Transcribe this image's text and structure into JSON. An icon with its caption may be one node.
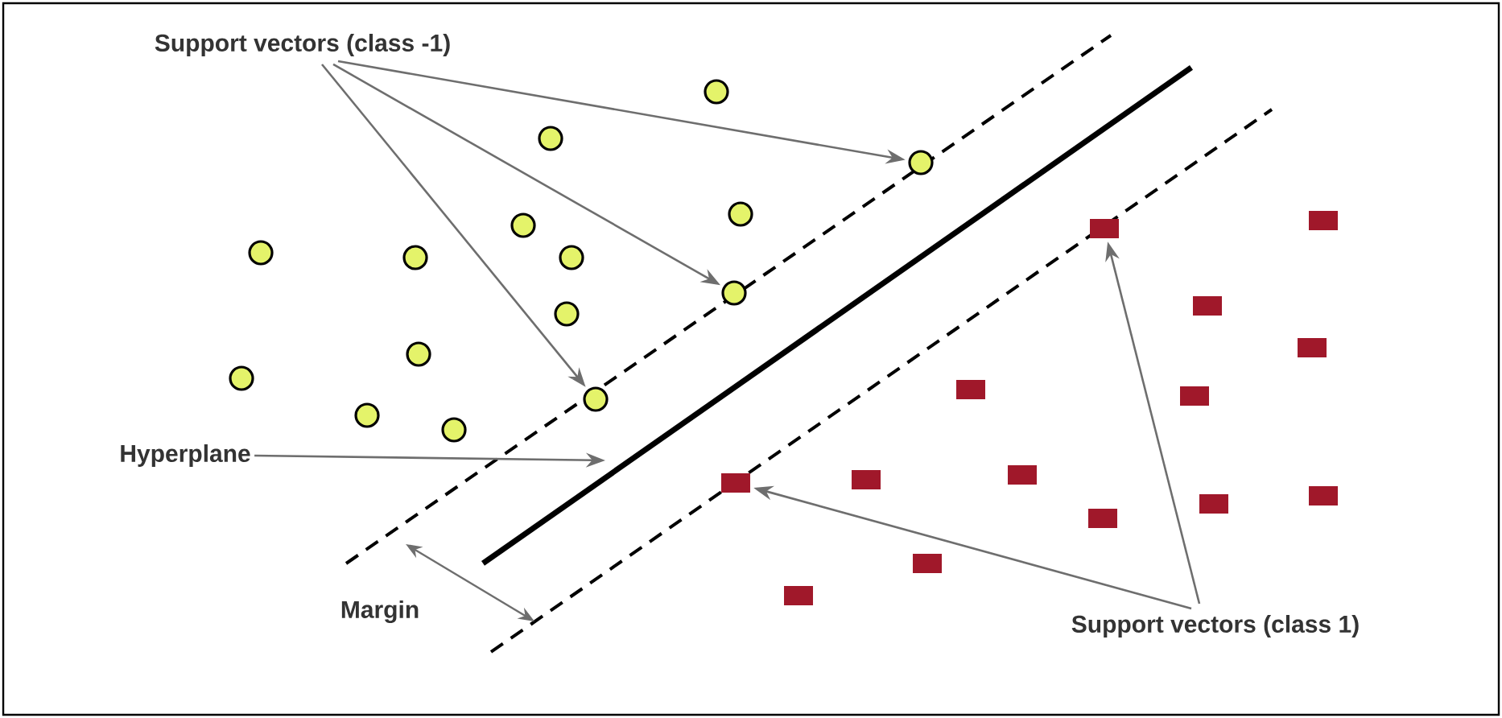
{
  "diagram": {
    "nodes": [
      {
        "text": [
          "Support vectors (class -1)"
        ]
      },
      {
        "text": [],
        "shape": "circle"
      },
      {
        "text": [],
        "shape": "circle"
      },
      {
        "text": [],
        "shape": "circle"
      },
      {
        "text": [],
        "shape": "circle"
      },
      {
        "text": [],
        "shape": "circle"
      },
      {
        "text": [],
        "shape": "circle"
      },
      {
        "text": [],
        "shape": "circle"
      },
      {
        "text": [],
        "shape": "circle"
      },
      {
        "text": [],
        "shape": "circle"
      },
      {
        "text": [],
        "shape": "circle"
      },
      {
        "text": [],
        "shape": "circle"
      },
      {
        "text": [],
        "shape": "circle"
      },
      {
        "text": [],
        "shape": "circle"
      },
      {
        "text": [],
        "shape": "circle"
      },
      {
        "text": [],
        "shape": "circle"
      },
      {
        "text": [
          "Hyperplane"
        ]
      },
      {
        "text": [],
        "shape": "box"
      },
      {
        "text": [],
        "shape": "box"
      },
      {
        "text": [],
        "shape": "box"
      },
      {
        "text": [],
        "shape": "box"
      },
      {
        "text": [],
        "shape": "box"
      },
      {
        "text": [],
        "shape": "box"
      },
      {
        "text": [],
        "shape": "box"
      },
      {
        "text": [],
        "shape": "box"
      },
      {
        "text": [],
        "shape": "box"
      },
      {
        "text": [],
        "shape": "box"
      },
      {
        "text": [],
        "shape": "box"
      },
      {
        "text": [],
        "shape": "box"
      },
      {
        "text": [],
        "shape": "box"
      },
      {
        "text": [],
        "shape": "box"
      },
      {
        "text": [
          "Margin"
        ]
      },
      {
        "text": [
          "Support vectors (class 1)"
        ]
      }
    ],
    "edges": [
      {
        "from": 0,
        "to": 3,
        "arrow": "to"
      },
      {
        "from": 0,
        "to": 9,
        "arrow": "to"
      },
      {
        "from": 0,
        "to": 13,
        "arrow": "to"
      },
      {
        "from": 16,
        "to": null,
        "arrow": "to"
      },
      {
        "from": 32,
        "to": 18,
        "arrow": "to"
      },
      {
        "from": 32,
        "to": 25,
        "arrow": "to"
      }
    ]
  }
}
